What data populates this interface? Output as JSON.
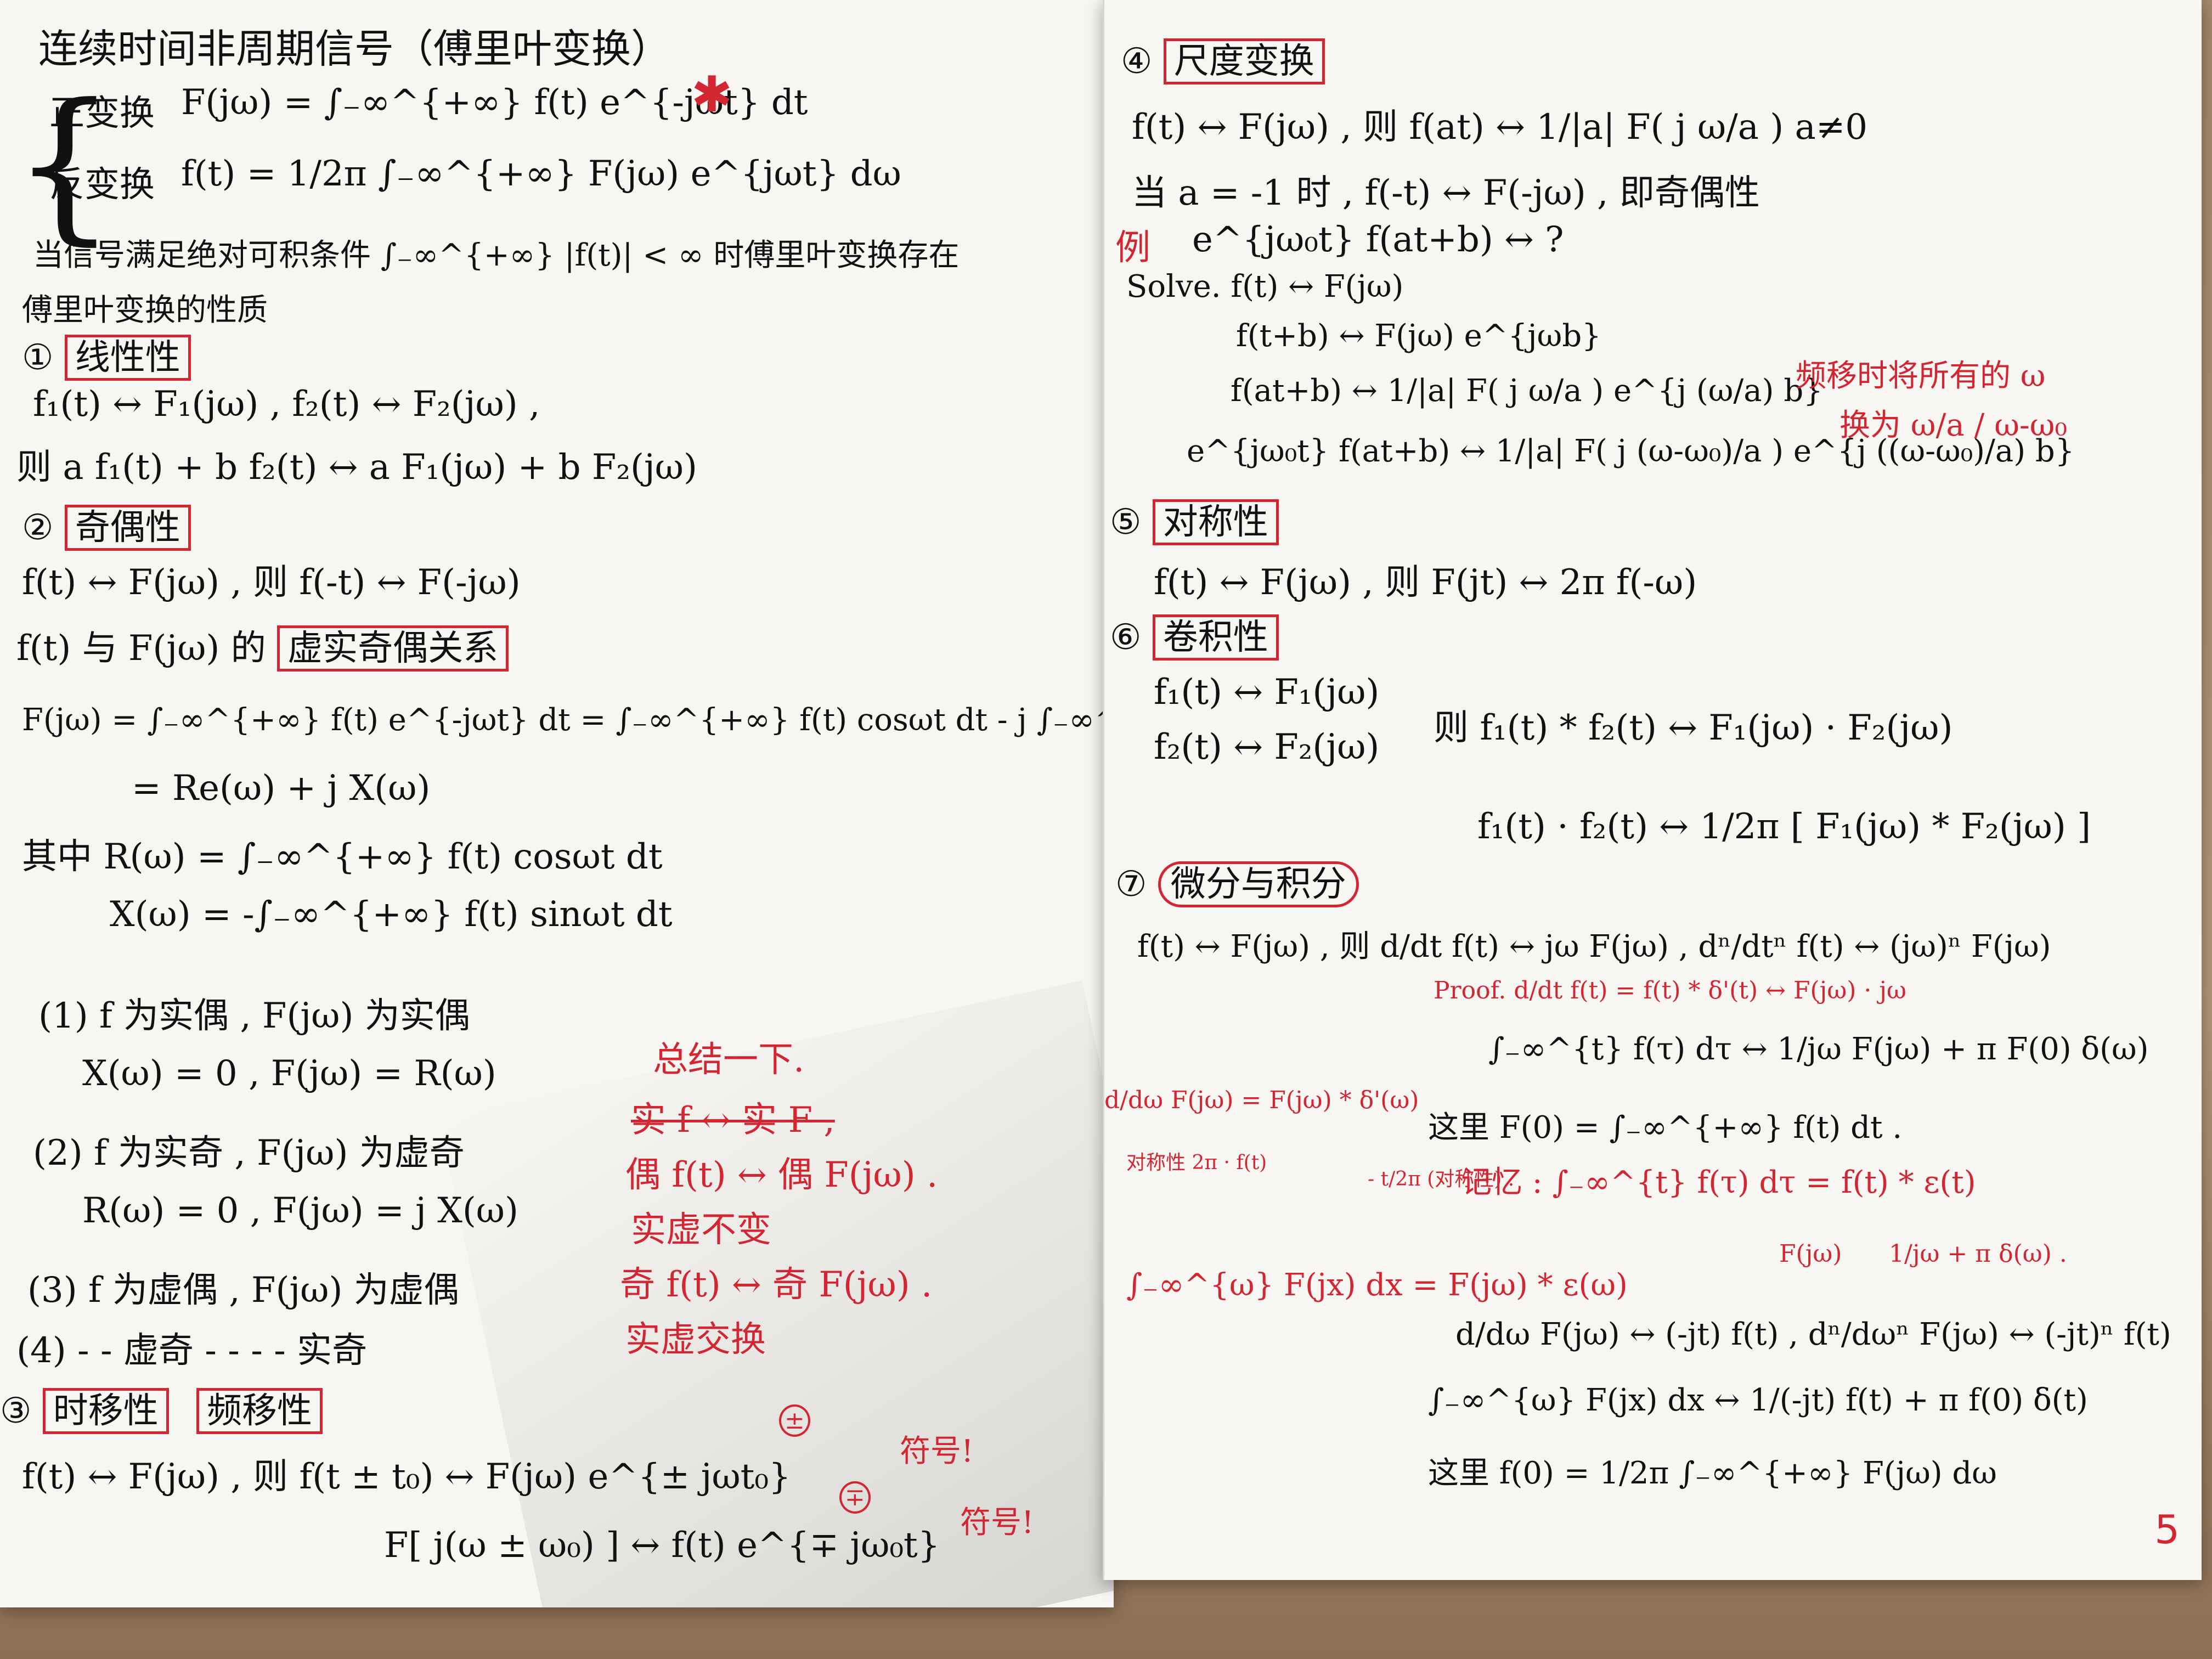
{
  "left": {
    "title": "连续时间非周期信号（傅里叶变换）",
    "forward_label": "正变换",
    "forward_formula": "F(jω) = ∫₋∞^{+∞} f(t) e^{-jωt} dt",
    "inverse_label": "反变换",
    "inverse_formula": "f(t) = 1/2π ∫₋∞^{+∞} F(jω) e^{jωt} dω",
    "condition": "当信号满足绝对可积条件 ∫₋∞^{+∞} |f(t)| < ∞ 时傅里叶变换存在",
    "properties_heading": "傅里叶变换的性质",
    "p1_num": "①",
    "p1_title": "线性性",
    "p1_line1": "f₁(t) ↔ F₁(jω) ,  f₂(t) ↔ F₂(jω) ,",
    "p1_line2": "则 a f₁(t) + b f₂(t) ↔ a F₁(jω) + b F₂(jω)",
    "p2_num": "②",
    "p2_title": "奇偶性",
    "p2_line1": "f(t) ↔ F(jω) ,  则 f(-t) ↔ F(-jω)",
    "p2_line2_pre": "f(t) 与 F(jω) 的",
    "p2_line2_box": "虚实奇偶关系",
    "p2_line3": "F(jω) = ∫₋∞^{+∞} f(t) e^{-jωt} dt = ∫₋∞^{+∞} f(t) cosωt dt - j ∫₋∞^{+∞} f(t) sinωt dt",
    "p2_line4": "= Re(ω) + j X(ω)",
    "p2_line5": "其中 R(ω) = ∫₋∞^{+∞} f(t) cosωt dt",
    "p2_line6": "X(ω) = -∫₋∞^{+∞} f(t) sinωt dt",
    "c1": "(1) f 为实偶 ,  F(jω) 为实偶",
    "c1b": "X(ω) = 0 ,  F(jω) = R(ω)",
    "c2": "(2) f 为实奇 ,  F(jω) 为虚奇",
    "c2b": "R(ω) = 0 ,  F(jω) = j X(ω)",
    "c3": "(3) f 为虚偶 ,  F(jω) 为虚偶",
    "c4": "(4) - - 虚奇   - - - -  实奇",
    "note1": "总结一下.",
    "note2": "实 f ↔ 实 F ,",
    "note3": "偶 f(t) ↔ 偶 F(jω) .",
    "note4": "实虚不变",
    "note5": "奇 f(t) ↔ 奇 F(jω) .",
    "note6": "实虚交换",
    "p3_num": "③",
    "p3_title_a": "时移性",
    "p3_title_b": "频移性",
    "p3_line1": "f(t) ↔ F(jω) , 则  f(t ± t₀) ↔ F(jω) e^{± jωt₀}",
    "p3_line2": "F[ j(ω ± ω₀) ] ↔ f(t) e^{∓ jω₀t}",
    "p3_sign1": "±",
    "p3_sign2": "∓",
    "p3_note": "符号!"
  },
  "right": {
    "p4_num": "④",
    "p4_title": "尺度变换",
    "p4_line1": "f(t) ↔ F(jω) ,  则  f(at) ↔ 1/|a| F( j ω/a )   a≠0",
    "p4_line2": "当 a = -1 时 ,  f(-t) ↔ F(-jω) , 即奇偶性",
    "ex_label": "例",
    "ex_line": "e^{jω₀t} f(at+b) ↔ ?",
    "sol1": "Solve.  f(t) ↔ F(jω)",
    "sol2": "f(t+b) ↔ F(jω) e^{jωb}",
    "sol3": "f(at+b) ↔ 1/|a| F( j ω/a ) e^{j (ω/a) b}",
    "sol4": "e^{jω₀t} f(at+b) ↔ 1/|a| F( j (ω-ω₀)/a ) e^{j ((ω-ω₀)/a) b}",
    "sol_note1": "频移时将所有的 ω",
    "sol_note2": "换为 ω/a / ω-ω₀",
    "p5_num": "⑤",
    "p5_title": "对称性",
    "p5_line": "f(t) ↔ F(jω) , 则  F(jt) ↔ 2π f(-ω)",
    "p6_num": "⑥",
    "p6_title": "卷积性",
    "p6_line1": "f₁(t) ↔ F₁(jω)",
    "p6_line2": "f₂(t) ↔ F₂(jω)",
    "p6_line3": "则 f₁(t) * f₂(t) ↔ F₁(jω) · F₂(jω)",
    "p6_line4": "f₁(t) · f₂(t) ↔ 1/2π [ F₁(jω) * F₂(jω) ]",
    "p7_num": "⑦",
    "p7_title": "微分与积分",
    "p7_line1": "f(t) ↔ F(jω) , 则  d/dt f(t) ↔ jω F(jω) ,  dⁿ/dtⁿ f(t) ↔ (jω)ⁿ F(jω)",
    "p7_proof": "Proof.  d/dt f(t) = f(t) * δ'(t) ↔ F(jω) · jω",
    "p7_line2": "∫₋∞^{t} f(τ) dτ ↔ 1/jω F(jω) + π F(0) δ(ω)",
    "p7_red1": "d/dω F(jω) = F(jω) * δ'(ω)",
    "p7_line3": "这里  F(0) = ∫₋∞^{+∞} f(t) dt .",
    "p7_red2": "对称性 2π · f(t)",
    "p7_red3": "- t/2π (对称性) .",
    "p7_memo": "记忆 :  ∫₋∞^{t} f(τ) dτ = f(t) * ε(t)",
    "p7_memo2": "F(jω)",
    "p7_memo3": "1/jω + π δ(ω) .",
    "p7_red4": "∫₋∞^{ω} F(jx) dx = F(jω) * ε(ω)",
    "p7_line4": "d/dω F(jω) ↔ (-jt) f(t) ,  dⁿ/dωⁿ F(jω) ↔ (-jt)ⁿ f(t)",
    "p7_line5": "∫₋∞^{ω} F(jx) dx ↔ 1/(-jt) f(t) + π f(0) δ(t)",
    "p7_line6": "这里  f(0) = 1/2π ∫₋∞^{+∞} F(jω) dω",
    "page_number": "5"
  }
}
